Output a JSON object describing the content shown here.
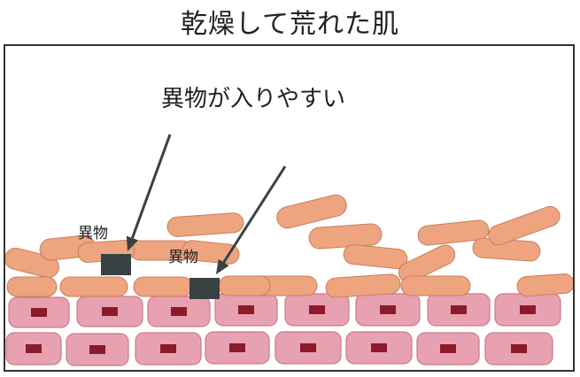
{
  "title": "乾燥して荒れた肌",
  "callout": "異物が入りやすい",
  "foreign_label_1": "異物",
  "foreign_label_2": "異物",
  "colors": {
    "dead_cell": "#eea47f",
    "dead_cell_stroke": "#c77f5f",
    "living_cell": "#e8a1b1",
    "living_cell_stroke": "#c97a8d",
    "nucleus": "#8b1a2b",
    "foreign_body": "#374243",
    "arrow": "#374243"
  }
}
